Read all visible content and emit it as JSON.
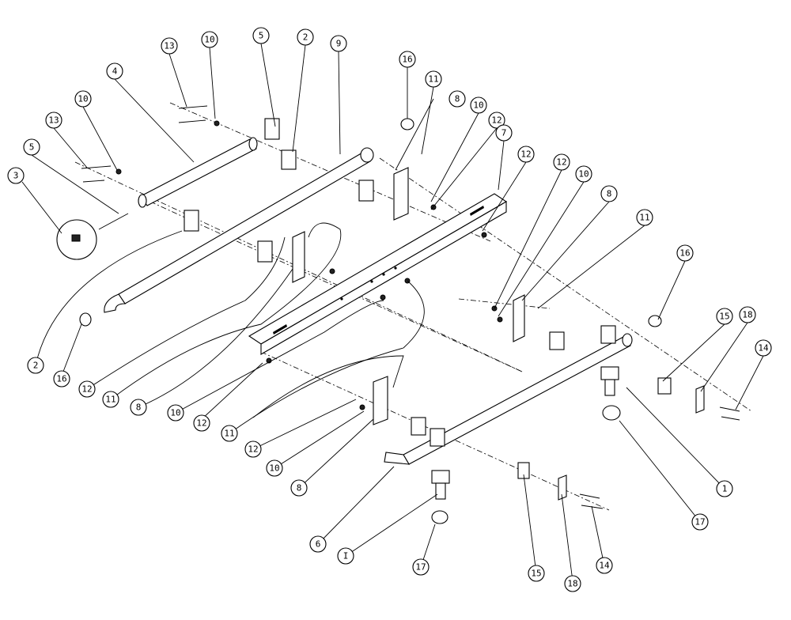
{
  "diagram": {
    "balloons": [
      {
        "id": "b-13a",
        "label": "13"
      },
      {
        "id": "b-10a",
        "label": "10"
      },
      {
        "id": "b-5a",
        "label": "5"
      },
      {
        "id": "b-2a",
        "label": "2"
      },
      {
        "id": "b-9",
        "label": "9"
      },
      {
        "id": "b-4",
        "label": "4"
      },
      {
        "id": "b-16a",
        "label": "16"
      },
      {
        "id": "b-11a",
        "label": "11"
      },
      {
        "id": "b-10b",
        "label": "10"
      },
      {
        "id": "b-8a",
        "label": "8"
      },
      {
        "id": "b-10c",
        "label": "10"
      },
      {
        "id": "b-12a",
        "label": "12"
      },
      {
        "id": "b-7",
        "label": "7"
      },
      {
        "id": "b-13b",
        "label": "13"
      },
      {
        "id": "b-12b",
        "label": "12"
      },
      {
        "id": "b-5b",
        "label": "5"
      },
      {
        "id": "b-3",
        "label": "3"
      },
      {
        "id": "b-12c",
        "label": "12"
      },
      {
        "id": "b-10d",
        "label": "10"
      },
      {
        "id": "b-8b",
        "label": "8"
      },
      {
        "id": "b-11b",
        "label": "11"
      },
      {
        "id": "b-16b",
        "label": "16"
      },
      {
        "id": "b-15a",
        "label": "15"
      },
      {
        "id": "b-18a",
        "label": "18"
      },
      {
        "id": "b-14a",
        "label": "14"
      },
      {
        "id": "b-2b",
        "label": "2"
      },
      {
        "id": "b-16c",
        "label": "16"
      },
      {
        "id": "b-12d",
        "label": "12"
      },
      {
        "id": "b-11c",
        "label": "11"
      },
      {
        "id": "b-8c",
        "label": "8"
      },
      {
        "id": "b-10e",
        "label": "10"
      },
      {
        "id": "b-12e",
        "label": "12"
      },
      {
        "id": "b-11d",
        "label": "11"
      },
      {
        "id": "b-12f",
        "label": "12"
      },
      {
        "id": "b-10f",
        "label": "10"
      },
      {
        "id": "b-8d",
        "label": "8"
      },
      {
        "id": "b-1a",
        "label": "1"
      },
      {
        "id": "b-17a",
        "label": "17"
      },
      {
        "id": "b-6",
        "label": "6"
      },
      {
        "id": "b-1b",
        "label": "I"
      },
      {
        "id": "b-17b",
        "label": "17"
      },
      {
        "id": "b-15b",
        "label": "15"
      },
      {
        "id": "b-18b",
        "label": "18"
      },
      {
        "id": "b-14b",
        "label": "14"
      }
    ]
  }
}
